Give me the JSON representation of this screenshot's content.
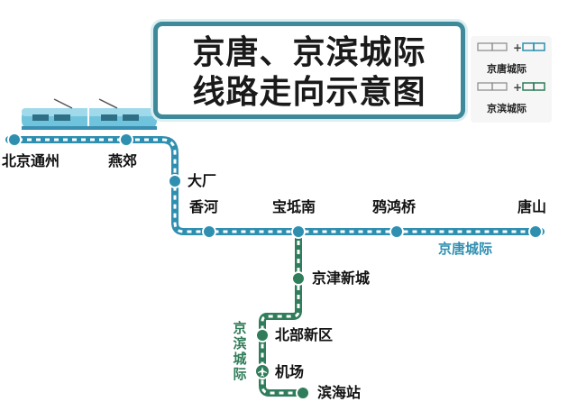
{
  "title": {
    "line1": "京唐、京滨城际",
    "line2": "线路走向示意图"
  },
  "legend": [
    {
      "label": "京唐城际",
      "color": "#2f8fb0"
    },
    {
      "label": "京滨城际",
      "color": "#2f7d5a"
    }
  ],
  "colors": {
    "jingtang": "#2f8fb0",
    "jingbin": "#2f7d5a",
    "track": "#d4d4d4",
    "title_border": "#3f8a9a"
  },
  "lines": {
    "jingtang_label": "京唐城际",
    "jingbin_label": "京滨城际"
  },
  "stations": [
    {
      "id": "beijingtongzhou",
      "name": "北京通州"
    },
    {
      "id": "yanjiao",
      "name": "燕郊"
    },
    {
      "id": "dachang",
      "name": "大厂"
    },
    {
      "id": "xianghe",
      "name": "香河"
    },
    {
      "id": "baodinan",
      "name": "宝坻南"
    },
    {
      "id": "yahongqiao",
      "name": "鸦鸿桥"
    },
    {
      "id": "tangshan",
      "name": "唐山"
    },
    {
      "id": "jingjinxincheng",
      "name": "京津新城"
    },
    {
      "id": "beibuxinqu",
      "name": "北部新区"
    },
    {
      "id": "jichang",
      "name": "机场"
    },
    {
      "id": "binhaizhan",
      "name": "滨海站"
    }
  ],
  "icons": {
    "airport": "airplane-icon",
    "train": "train-icon"
  }
}
